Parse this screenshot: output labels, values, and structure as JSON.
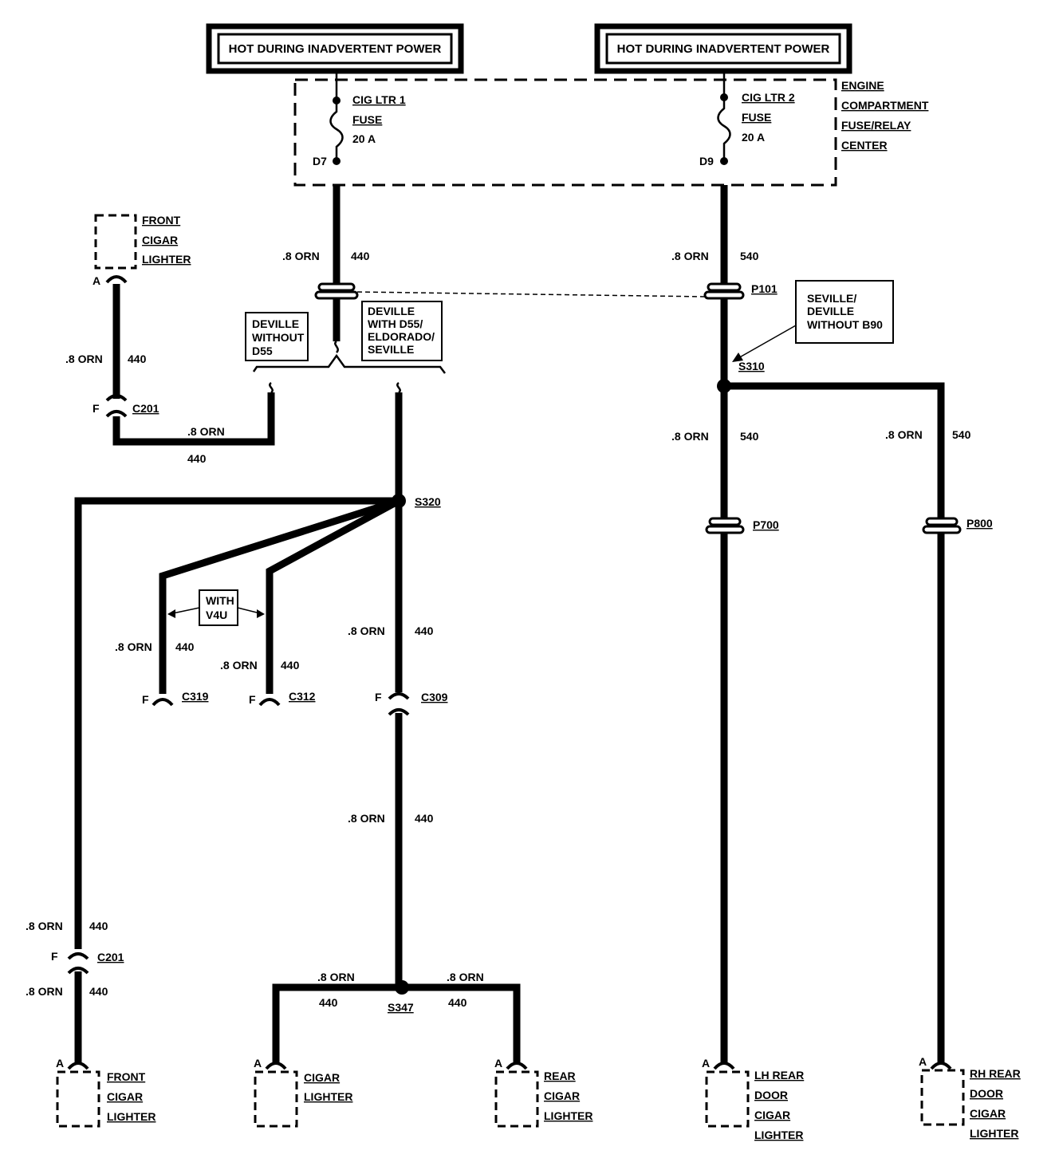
{
  "power_sources": {
    "left": "HOT DURING INADVERTENT POWER",
    "right": "HOT DURING INADVERTENT POWER"
  },
  "fuse_box": {
    "label": [
      "ENGINE",
      "COMPARTMENT",
      "FUSE/RELAY",
      "CENTER"
    ],
    "fuse1": {
      "name": "CIG LTR 1",
      "type": "FUSE",
      "rating": "20 A",
      "terminal": "D7"
    },
    "fuse2": {
      "name": "CIG LTR 2",
      "type": "FUSE",
      "rating": "20 A",
      "terminal": "D9"
    }
  },
  "wires": {
    "orn": ".8 ORN",
    "c440": "440",
    "c540": "540"
  },
  "connectors": {
    "p101": "P101",
    "p700": "P700",
    "p800": "P800",
    "c201": "C201",
    "c309": "C309",
    "c319": "C319",
    "c312": "C312",
    "s310": "S310",
    "s320": "S320",
    "s347": "S347",
    "pin_a": "A",
    "pin_f": "F"
  },
  "options": {
    "deville_without": [
      "DEVILLE",
      "WITHOUT",
      "D55"
    ],
    "deville_with": [
      "DEVILLE",
      "WITH D55/",
      "ELDORADO/",
      "SEVILLE"
    ],
    "seville_deville": [
      "SEVILLE/",
      "DEVILLE",
      "WITHOUT B90"
    ],
    "with_v4u": [
      "WITH",
      "V4U"
    ]
  },
  "components": {
    "front_cigar_lighter_top": [
      "FRONT",
      "CIGAR",
      "LIGHTER"
    ],
    "front_cigar_lighter_bottom": [
      "FRONT",
      "CIGAR",
      "LIGHTER"
    ],
    "cigar_lighter": [
      "CIGAR",
      "LIGHTER"
    ],
    "rear_cigar_lighter": [
      "REAR",
      "CIGAR",
      "LIGHTER"
    ],
    "lh_rear": [
      "LH REAR",
      "DOOR",
      "CIGAR",
      "LIGHTER"
    ],
    "rh_rear": [
      "RH REAR",
      "DOOR",
      "CIGAR",
      "LIGHTER"
    ]
  }
}
